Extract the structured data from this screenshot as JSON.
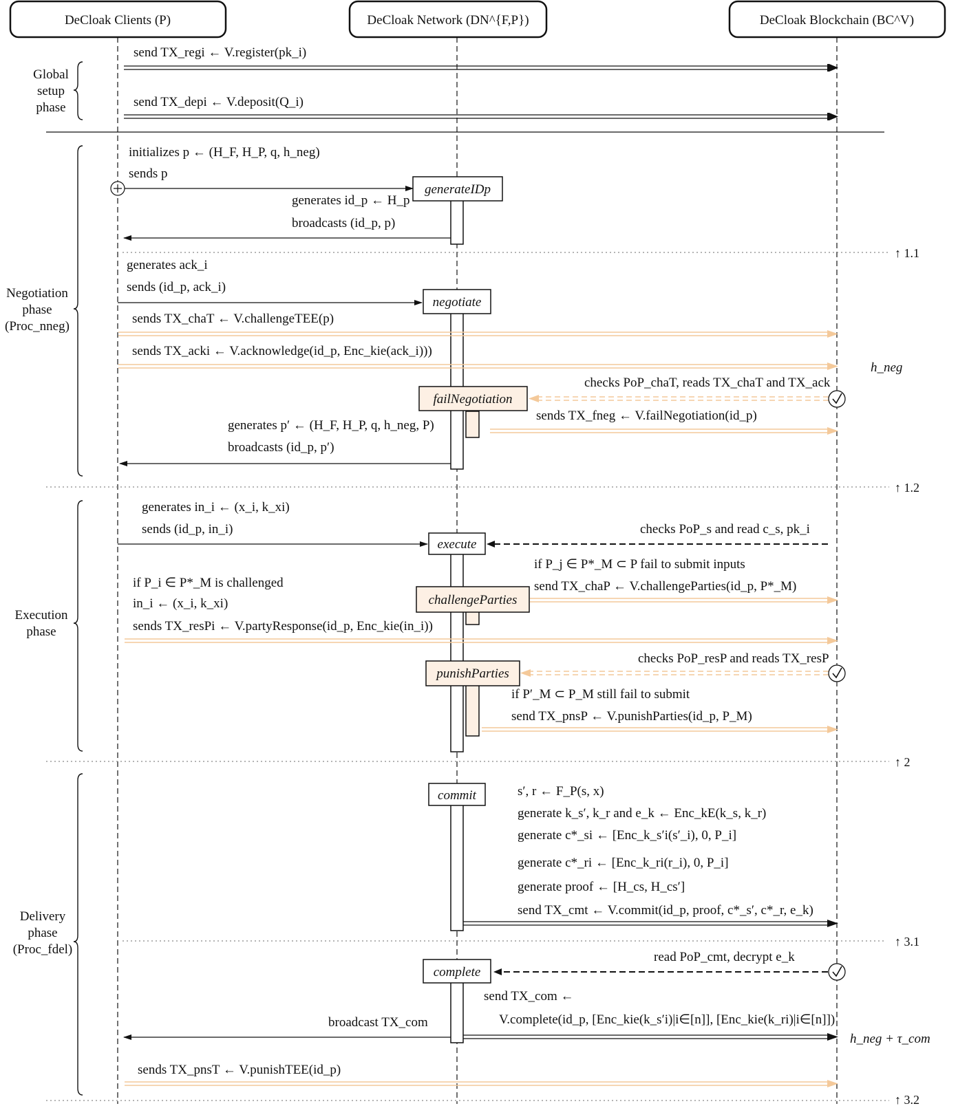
{
  "colors": {
    "ink": "#111111",
    "tee_arrow": "#f4c99a",
    "tee_box_fill": "#fdf0e4",
    "rule": "#888888"
  },
  "headers": {
    "clients": "DeCloak Clients (P)",
    "network": "DeCloak Network (DN^{F,P})",
    "blockchain": "DeCloak Blockchain (BC^V)"
  },
  "phases": {
    "global": [
      "Global",
      "setup",
      "phase"
    ],
    "negotiation": [
      "Negotiation",
      "phase",
      "(Proc_nneg)"
    ],
    "execution": [
      "Execution",
      "phase"
    ],
    "delivery": [
      "Delivery",
      "phase",
      "(Proc_fdel)"
    ]
  },
  "steps": [
    "↑ 1.1",
    "↑ 1.2",
    "↑ 2",
    "↑ 3.1",
    "↑ 3.2"
  ],
  "deadlines": {
    "h_neg": "h_neg",
    "h_neg_tau": "h_neg + τ_com"
  },
  "boxes": {
    "generateIDp": "generateIDp",
    "negotiate": "negotiate",
    "failNegotiation": "failNegotiation",
    "execute": "execute",
    "challengeParties": "challengeParties",
    "punishParties": "punishParties",
    "commit": "commit",
    "complete": "complete"
  },
  "messages": {
    "register": "send TX_regi ← V.register(pk_i)",
    "deposit": "send TX_depi ← V.deposit(Q_i)",
    "init_p": "initializes p ← (H_F, H_P, q, h_neg)",
    "sends_p": "sends p",
    "gen_idp": "generates id_p ← H_p",
    "bcast_idp": "broadcasts (id_p, p)",
    "gen_ack": "generates ack_i",
    "sends_ack": "sends (id_p, ack_i)",
    "chaT": "sends TX_chaT ← V.challengeTEE(p)",
    "acki": "sends TX_acki ← V.acknowledge(id_p, Enc_kie(ack_i)))",
    "checks_chaT": "checks PoP_chaT, reads TX_chaT and TX_ack",
    "fneg": "sends TX_fneg ← V.failNegotiation(id_p)",
    "gen_pprime": "generates p′ ← (H_F, H_P, q, h_neg, P)",
    "bcast_pprime": "broadcasts (id_p, p′)",
    "gen_in": "generates in_i ← (x_i, k_xi)",
    "sends_in": "sends (id_p, in_i)",
    "checks_pops": "checks PoP_s and read c_s, pk_i",
    "if_fail_submit": "if P_j ∈ P*_M ⊂ P fail to submit inputs",
    "chaP": "send TX_chaP ← V.challengeParties(id_p, P*_M)",
    "if_challenged": "if P_i ∈ P*_M is challenged",
    "in_assign": "in_i ← (x_i, k_xi)",
    "resP": "sends TX_resPi ← V.partyResponse(id_p, Enc_kie(in_i))",
    "checks_resP": "checks PoP_resP and reads TX_resP",
    "if_still_fail": "if P′_M ⊂ P_M still fail to submit",
    "pnsP": "send TX_pnsP ← V.punishParties(id_p, P_M)",
    "commit_f": "s′, r ← F_P(s, x)",
    "commit_keys": "generate k_s′, k_r and e_k ← Enc_kE(k_s, k_r)",
    "commit_cs": "generate c*_si ← [Enc_k_s′i(s′_i), 0, P_i]",
    "commit_cr": "generate c*_ri ← [Enc_k_ri(r_i), 0, P_i]",
    "commit_proof": "generate proof ← [H_cs, H_cs′]",
    "commit_send": "send TX_cmt ← V.commit(id_p, proof, c*_s′, c*_r, e_k)",
    "read_cmt": "read PoP_cmt, decrypt e_k",
    "send_com": "send TX_com ←",
    "complete_call": "V.complete(id_p, [Enc_kie(k_s′i)|i∈[n]], [Enc_kie(k_ri)|i∈[n]])",
    "bcast_com": "broadcast TX_com",
    "pnsT": "sends TX_pnsT ← V.punishTEE(id_p)"
  }
}
